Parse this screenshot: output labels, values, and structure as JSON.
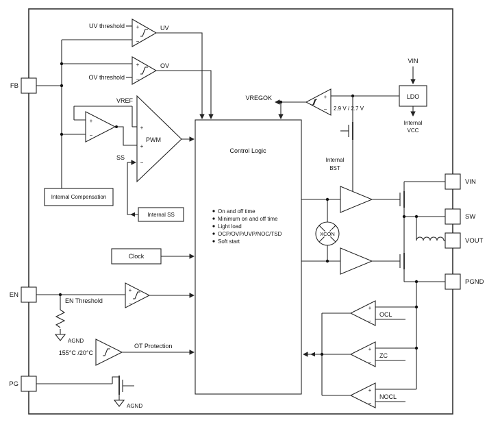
{
  "symbols": {
    "plus": "+",
    "minus": "−"
  },
  "pins": {
    "left": [
      {
        "label": "FB"
      },
      {
        "label": "EN"
      },
      {
        "label": "PG"
      }
    ],
    "right": [
      {
        "label": "VIN"
      },
      {
        "label": "SW"
      },
      {
        "label": "VOUT"
      },
      {
        "label": "PGND"
      }
    ]
  },
  "power": {
    "vin_top": "VIN",
    "ldo": "LDO",
    "internal_vcc_1": "Internal",
    "internal_vcc_2": "VCC",
    "internal_bst_1": "Internal",
    "internal_bst_2": "BST",
    "vregok": "VREGOK",
    "vreg_threshold": "2.9 V / 2.7 V"
  },
  "comparators": {
    "uv_threshold": "UV threshold",
    "uv_out": "UV",
    "ov_threshold": "OV threshold",
    "ov_out": "OV",
    "vref": "VREF",
    "pwm": "PWM",
    "ss": "SS",
    "en_threshold": "EN Threshold",
    "ot_temp": "155°C /20°C",
    "ot_out": "OT Protection",
    "ocl": "OCL",
    "zc": "ZC",
    "nocl": "NOCL"
  },
  "blocks": {
    "control_logic": "Control Logic",
    "features": [
      "On and off time",
      "Minimum on and off time",
      "Light load",
      "OCP/OVP/UVP/NOC/TSD",
      "Soft start"
    ],
    "internal_compensation": "Internal Compensation",
    "internal_ss": "Internal SS",
    "clock": "Clock",
    "xcon": "XCON"
  },
  "grounds": {
    "agnd_en": "AGND",
    "agnd_pg": "AGND"
  }
}
